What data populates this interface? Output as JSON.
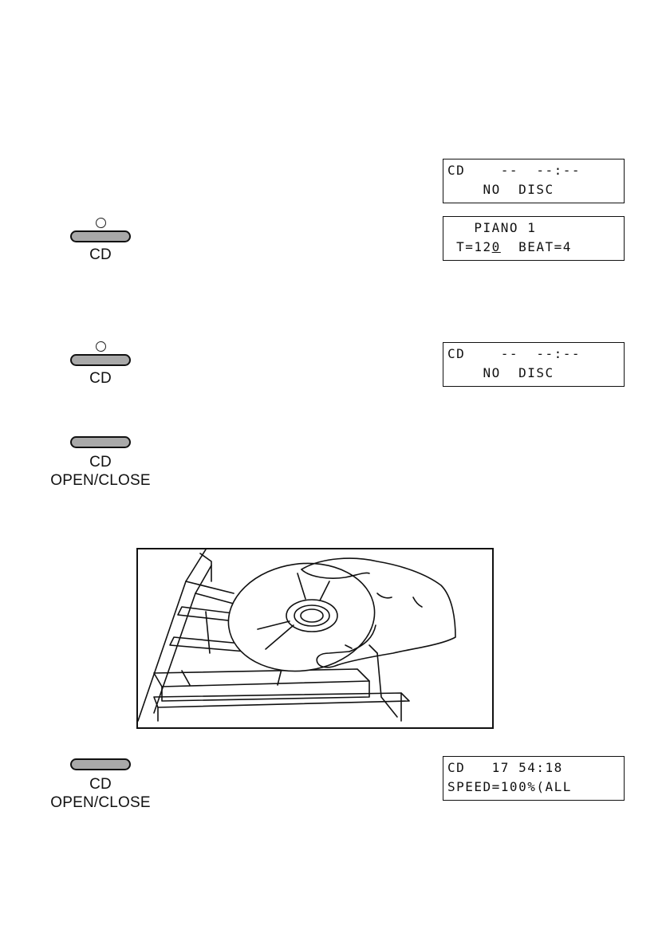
{
  "displays": {
    "d1": {
      "line1": "CD    --  --:--",
      "line2": "    NO  DISC"
    },
    "d2": {
      "line1": "   PIANO 1",
      "line2_pre": " T=12",
      "line2_ul": "0",
      "line2_post": "  BEAT=4"
    },
    "d3": {
      "line1": "CD    --  --:--",
      "line2": "    NO  DISC"
    },
    "d4": {
      "line1": "CD   17 54:18",
      "line2": "SPEED=100%(ALL"
    }
  },
  "buttons": {
    "cd1": {
      "label": "CD"
    },
    "cd2": {
      "label": "CD"
    },
    "open1": {
      "label1": "CD",
      "label2": "OPEN/CLOSE"
    },
    "open2": {
      "label1": "CD",
      "label2": "OPEN/CLOSE"
    }
  },
  "colors": {
    "button_fill": "#a9a9a9",
    "ink": "#111111"
  },
  "icons": {
    "led": "led-indicator-icon",
    "illustration": "disc-insertion-illustration"
  }
}
